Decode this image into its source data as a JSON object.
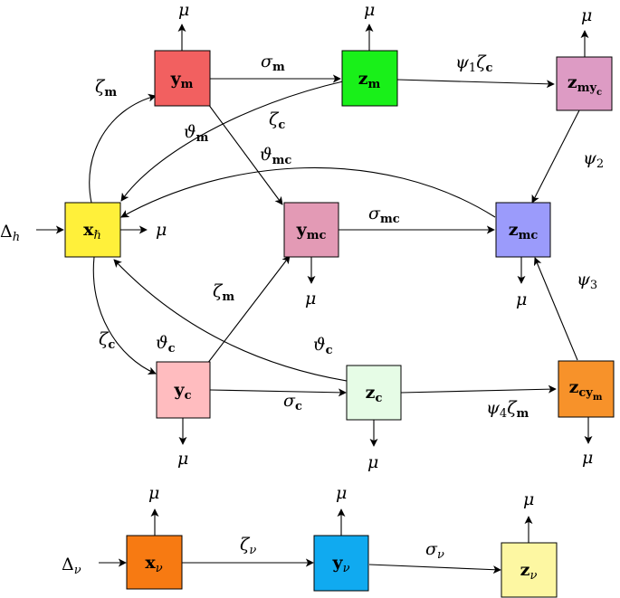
{
  "nodes": {
    "y_m": {
      "main": "y",
      "sub": "m",
      "color": "#f26060"
    },
    "z_m": {
      "main": "z",
      "sub": "m",
      "color": "#19f019"
    },
    "z_myc": {
      "main": "z",
      "sub": "my",
      "subsub": "c",
      "color": "#dd9bc4"
    },
    "x_h": {
      "main": "x",
      "sub": "ℏ",
      "color": "#fff03a"
    },
    "y_mc": {
      "main": "y",
      "sub": "mc",
      "color": "#e39ab5"
    },
    "z_mc": {
      "main": "z",
      "sub": "mc",
      "color": "#9b9bfb"
    },
    "y_c": {
      "main": "y",
      "sub": "c",
      "color": "#ffbcbf"
    },
    "z_c": {
      "main": "z",
      "sub": "c",
      "color": "#e6fce6"
    },
    "z_cym": {
      "main": "z",
      "sub": "cy",
      "subsub": "m",
      "color": "#f7922a"
    },
    "x_nu": {
      "main": "x",
      "sub": "ν",
      "color": "#f77a12"
    },
    "y_nu": {
      "main": "y",
      "sub": "ν",
      "color": "#10aaf0"
    },
    "z_nu": {
      "main": "z",
      "sub": "ν",
      "color": "#fdf7a2"
    }
  },
  "labels": {
    "mu": "μ",
    "sigma": "σ",
    "zeta": "ζ",
    "psi": "ψ",
    "theta": "ϑ",
    "Delta": "Δ",
    "h": "h",
    "nu": "ν",
    "m": "m",
    "c": "c",
    "mc": "mc",
    "one": "1",
    "two": "2",
    "three": "3",
    "four": "4"
  }
}
